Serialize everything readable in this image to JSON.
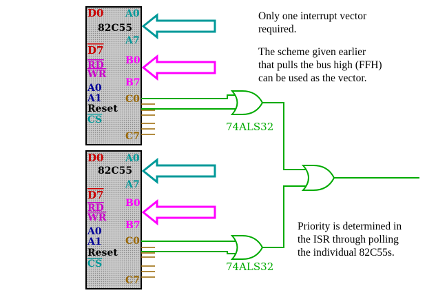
{
  "chip_top": {
    "name": "82C55",
    "pins_left": [
      "D0",
      "D7",
      "RD",
      "WR",
      "A0",
      "A1",
      "Reset",
      "CS"
    ],
    "pins_right": [
      "A0",
      "A7",
      "B0",
      "B7",
      "C0",
      "C7"
    ]
  },
  "chip_bottom": {
    "name": "82C55",
    "pins_left": [
      "D0",
      "D7",
      "RD",
      "WR",
      "A0",
      "A1",
      "Reset",
      "CS"
    ],
    "pins_right": [
      "A0",
      "A7",
      "B0",
      "B7",
      "C0",
      "C7"
    ]
  },
  "gate_top_label": "74ALS32",
  "gate_bottom_label": "74ALS32",
  "notes": {
    "top_line1": "Only one interrupt vector",
    "top_line2": "required.",
    "mid_line1": "The scheme given earlier",
    "mid_line2": "that pulls the bus high (FFH)",
    "mid_line3": "can be used as the vector.",
    "bottom_line1": "Priority is determined in",
    "bottom_line2": "the ISR through polling",
    "bottom_line3": "the individual 82C55s."
  },
  "colors": {
    "chip_fill": "#c0c0c0",
    "data_pins": "#cc0000",
    "control_pins": "#cc00cc",
    "address_pins": "#000099",
    "cs_pin": "#009999",
    "port_a": "#009999",
    "port_b": "#ff00ff",
    "port_c": "#996600",
    "wire": "#00aa00"
  }
}
